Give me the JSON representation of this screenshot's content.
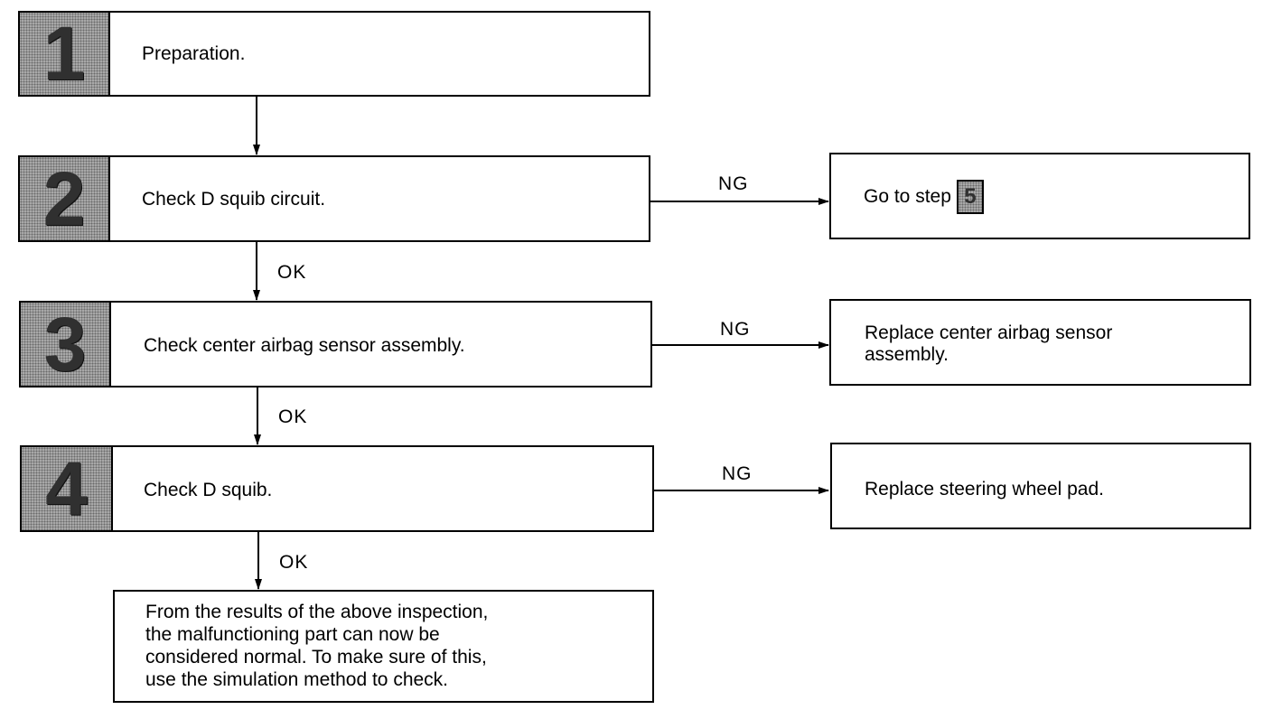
{
  "steps": [
    {
      "number": "1",
      "text": "Preparation."
    },
    {
      "number": "2",
      "text": "Check D squib circuit."
    },
    {
      "number": "3",
      "text": "Check center airbag sensor assembly."
    },
    {
      "number": "4",
      "text": "Check D squib."
    }
  ],
  "results": {
    "step2_ng": {
      "text": "Go to step",
      "ref": "5"
    },
    "step3_ng": {
      "line1": "Replace center airbag sensor",
      "line2": "assembly."
    },
    "step4_ng": {
      "text": "Replace steering wheel pad."
    }
  },
  "final": {
    "lines": [
      "From the results of the above inspection,",
      "the malfunctioning part can now be",
      "considered normal. To make sure of this,",
      "use the simulation method to check."
    ]
  },
  "labels": {
    "ok": "OK",
    "ng": "NG"
  }
}
